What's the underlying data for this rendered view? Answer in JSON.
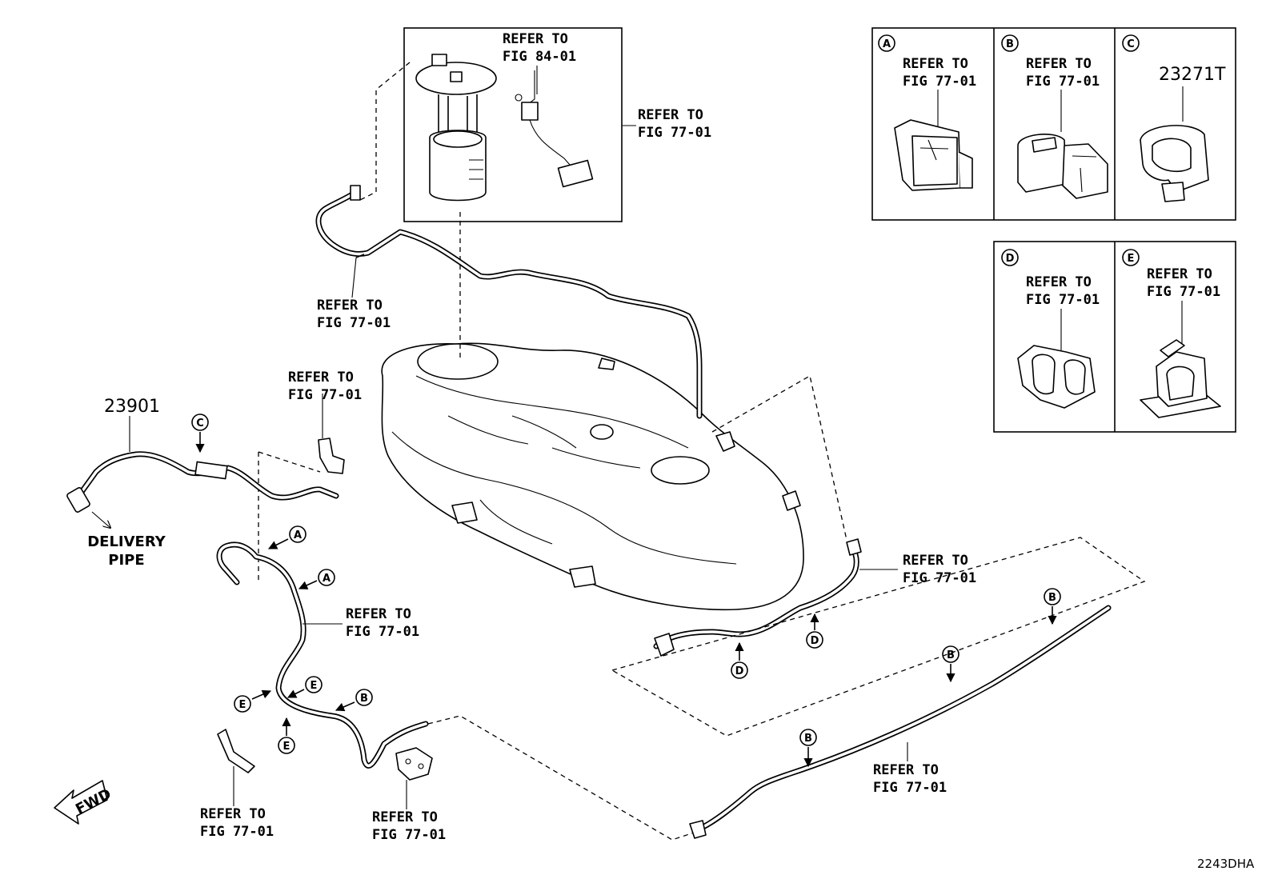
{
  "refer_fig_77": "FIG 77-01",
  "refer_fig_84": "FIG 84-01",
  "refer_to": "REFER TO",
  "delivery_pipe_line1": "DELIVERY",
  "delivery_pipe_line2": "PIPE",
  "part_23901": "23901",
  "part_23271T": "23271T",
  "fwd": "FWD",
  "diagram_code": "2243DHA",
  "letters": {
    "a": "A",
    "b": "B",
    "c": "C",
    "d": "D",
    "e": "E"
  }
}
